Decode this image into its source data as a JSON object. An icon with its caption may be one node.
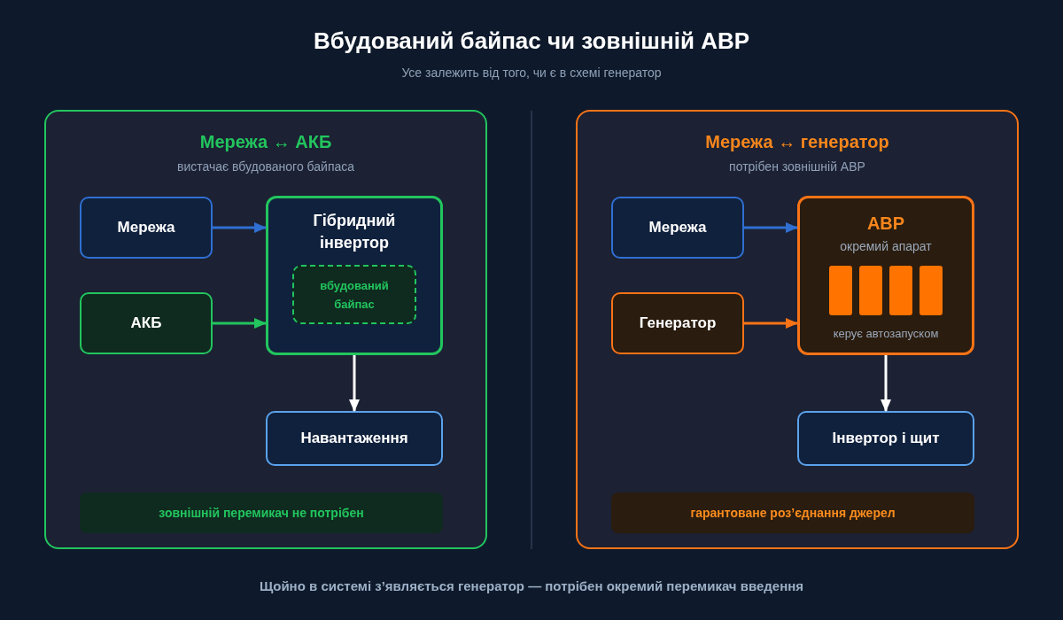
{
  "diagram": {
    "title": "Вбудований байпас чи зовнішній АВР",
    "caption": "Щойно в системі з’являється генератор — потрібен окремий перемикач введення",
    "nodes": [
      {
        "text": [
          "Мережа ↔ АКБ",
          "вистачає вбудованого байпаса"
        ]
      },
      {
        "text": [
          "Мережа"
        ],
        "in": 0
      },
      {
        "text": [
          "Гібридний інвертор"
        ],
        "in": 0
      },
      {
        "text": [
          "вбудований байпас"
        ],
        "in": 2
      },
      {
        "text": [
          "АКБ"
        ],
        "in": 0
      },
      {
        "text": [
          "Навантаження"
        ],
        "in": 0
      },
      {
        "text": [
          "зовнішній перемикач не потрібен"
        ],
        "in": 0
      },
      {
        "text": [
          "Мережа ↔ генератор",
          "потрібен зовнішній АВР"
        ]
      },
      {
        "text": [
          "Мережа"
        ],
        "in": 7
      },
      {
        "text": [
          "АВР",
          "окремий апарат",
          "керує автозапуском"
        ],
        "in": 7
      },
      {
        "text": [
          "Генератор"
        ],
        "in": 7
      },
      {
        "text": [
          "Інвертор і щит"
        ],
        "in": 7
      },
      {
        "text": [
          "гарантоване розʼєднання джерел"
        ],
        "in": 7
      }
    ],
    "edges": [
      {
        "from": 1,
        "to": 2,
        "arrow": "to",
        "color": "#2f6fd1"
      },
      {
        "from": 4,
        "to": 2,
        "arrow": "to",
        "color": "#22c55e"
      },
      {
        "from": 2,
        "to": 5,
        "arrow": "to",
        "color": "#ffffff"
      },
      {
        "from": 8,
        "to": 9,
        "arrow": "to",
        "color": "#2f6fd1"
      },
      {
        "from": 10,
        "to": 9,
        "arrow": "to",
        "color": "#f97316"
      },
      {
        "from": 9,
        "to": 11,
        "arrow": "to",
        "color": "#ffffff"
      }
    ],
    "labels": [
      "Усе залежить від того, чи є в схемі генератор"
    ]
  }
}
